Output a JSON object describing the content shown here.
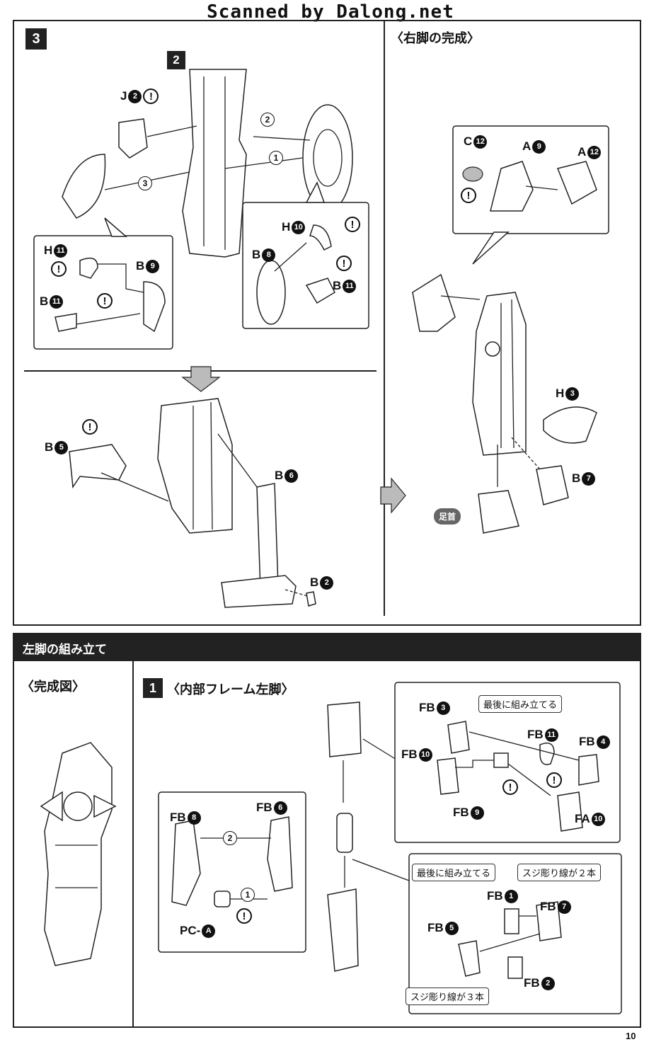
{
  "scan_banner": "Scanned by Dalong.net",
  "top_section": {
    "step_number": "3",
    "substep_number": "2",
    "right_leg_complete": "〈右脚の完成〉",
    "order_marks": [
      "1",
      "2",
      "3"
    ],
    "parts": {
      "J2": {
        "letter": "J",
        "num": "2"
      },
      "H11": {
        "letter": "H",
        "num": "11"
      },
      "B9": {
        "letter": "B",
        "num": "9"
      },
      "B11a": {
        "letter": "B",
        "num": "11"
      },
      "H10": {
        "letter": "H",
        "num": "10"
      },
      "B8": {
        "letter": "B",
        "num": "8"
      },
      "B11b": {
        "letter": "B",
        "num": "11"
      },
      "B5": {
        "letter": "B",
        "num": "5"
      },
      "B6": {
        "letter": "B",
        "num": "6"
      },
      "B2": {
        "letter": "B",
        "num": "2"
      },
      "C12": {
        "letter": "C",
        "num": "12"
      },
      "A9": {
        "letter": "A",
        "num": "9"
      },
      "A12": {
        "letter": "A",
        "num": "12"
      },
      "H3": {
        "letter": "H",
        "num": "3"
      },
      "B7": {
        "letter": "B",
        "num": "7"
      }
    },
    "ankle_label": "足首"
  },
  "bottom_section": {
    "header": "左脚の組み立て",
    "complete_view": "〈完成図〉",
    "step_number": "1",
    "step_title": "〈内部フレーム左脚〉",
    "tag_last_assemble_1": "最後に組み立てる",
    "tag_last_assemble_2": "最後に組み立てる",
    "tag_groove_2": "スジ彫り線が２本",
    "tag_groove_3": "スジ彫り線が３本",
    "order_marks": [
      "1",
      "2"
    ],
    "parts": {
      "FB3": {
        "letter": "FB",
        "num": "3"
      },
      "FB11": {
        "letter": "FB",
        "num": "11"
      },
      "FB4": {
        "letter": "FB",
        "num": "4"
      },
      "FB10": {
        "letter": "FB",
        "num": "10"
      },
      "FB9": {
        "letter": "FB",
        "num": "9"
      },
      "FA10": {
        "letter": "FA",
        "num": "10"
      },
      "FB8": {
        "letter": "FB",
        "num": "8"
      },
      "FB6": {
        "letter": "FB",
        "num": "6"
      },
      "PCA": {
        "letter": "PC-",
        "num": "A"
      },
      "FB1": {
        "letter": "FB",
        "num": "1"
      },
      "FB7": {
        "letter": "FB",
        "num": "7"
      },
      "FB5": {
        "letter": "FB",
        "num": "5"
      },
      "FB2": {
        "letter": "FB",
        "num": "2"
      }
    }
  },
  "warning_symbol": "!",
  "page_number": "10"
}
